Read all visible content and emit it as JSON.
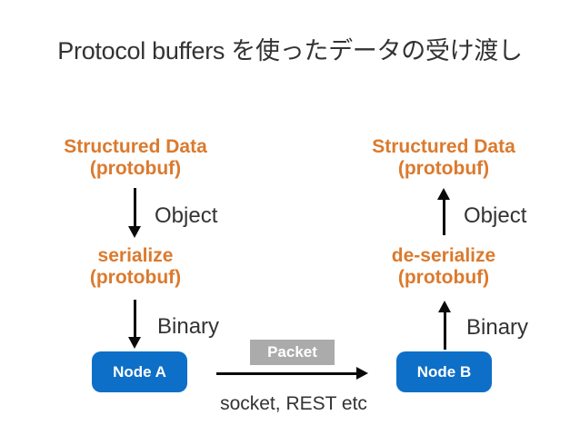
{
  "slide": {
    "title": "Protocol buffers を使ったデータの受け渡し"
  },
  "colors": {
    "accent_orange": "#db7a2e",
    "node_blue": "#0d6fc7",
    "packet_gray": "#ababab",
    "text_dark": "#333333",
    "arrow_black": "#0a0a0a",
    "background": "#ffffff"
  },
  "left_column": {
    "structured_line1": "Structured Data",
    "structured_line2": "(protobuf)",
    "object_label": "Object",
    "serialize_line1": "serialize",
    "serialize_line2": "(protobuf)",
    "binary_label": "Binary",
    "node_label": "Node A"
  },
  "right_column": {
    "structured_line1": "Structured Data",
    "structured_line2": "(protobuf)",
    "object_label": "Object",
    "deserialize_line1": "de-serialize",
    "deserialize_line2": "(protobuf)",
    "binary_label": "Binary",
    "node_label": "Node B"
  },
  "channel": {
    "packet_label": "Packet",
    "transport_label": "socket, REST etc"
  }
}
